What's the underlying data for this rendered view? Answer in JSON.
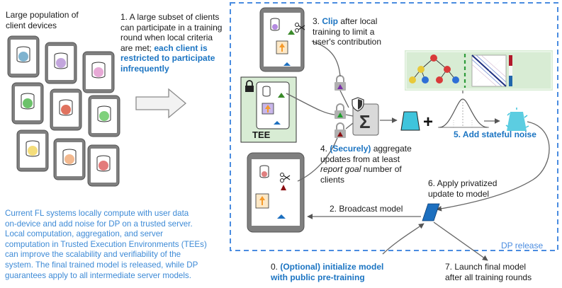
{
  "population_label": [
    "Large population of",
    "client devices"
  ],
  "step1": {
    "plain": [
      "1. A large subset of clients",
      "can participate in a training",
      "round when local criteria",
      "are met; "
    ],
    "bold_blue": [
      "each client is",
      "restricted to participate",
      "infrequently"
    ]
  },
  "step3": {
    "prefix": "3. ",
    "bold_blue": "Clip",
    "rest": [
      " after local",
      "training to limit a",
      "user's contribution"
    ]
  },
  "step4": {
    "prefix": "4. ",
    "bold_blue": "(Securely)",
    "rest1": " aggregate",
    "line2": "updates from at least",
    "italic": "report goal",
    "rest3": " number of",
    "line4": "clients"
  },
  "step5": "5. Add stateful noise",
  "step6": [
    "6. Apply privatized",
    "update to model"
  ],
  "step2": "2. Broadcast model",
  "step0": {
    "prefix": "0. ",
    "bold_blue": [
      "(Optional) initialize model",
      "with public pre-training"
    ]
  },
  "step7": [
    "7. Launch final model",
    "after all training rounds"
  ],
  "tee_label": "TEE",
  "dp_release": "DP release",
  "sigma": "Σ",
  "plus": "+",
  "description": [
    "Current FL systems locally compute with user data",
    "on-device and add noise for DP on a trusted server.",
    "Local computation, aggregation, and server",
    "computation in Trusted Execution Environments (TEEs)",
    "can improve the scalability and verifiability of the",
    "system. The final trained model is released, while DP",
    "guarantees apply to all intermediate server models."
  ],
  "colors": {
    "accent_blue": "#1b74c2",
    "dashed_border": "#4a8ce0",
    "tee_green": "#d8ecd4",
    "cyan_model": "#3fc4dc",
    "dark_red": "#8b0e12"
  }
}
